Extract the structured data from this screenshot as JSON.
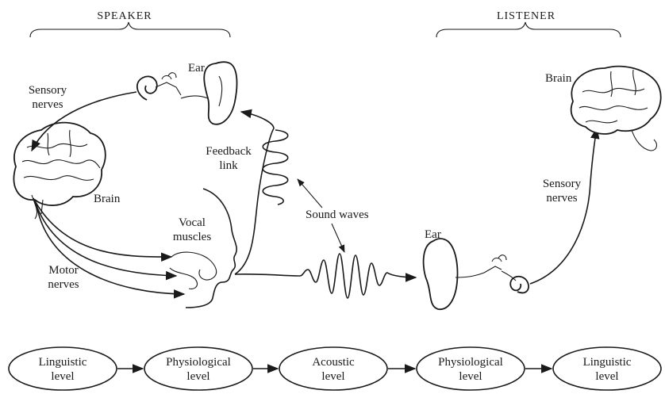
{
  "headers": {
    "speaker": "SPEAKER",
    "listener": "LISTENER"
  },
  "labels": {
    "speaker_ear": "Ear",
    "sensory_nerves_speaker_1": "Sensory",
    "sensory_nerves_speaker_2": "nerves",
    "speaker_brain": "Brain",
    "feedback_link_1": "Feedback",
    "feedback_link_2": "link",
    "vocal_muscles_1": "Vocal",
    "vocal_muscles_2": "muscles",
    "motor_nerves_1": "Motor",
    "motor_nerves_2": "nerves",
    "sound_waves": "Sound waves",
    "listener_ear": "Ear",
    "listener_brain": "Brain",
    "sensory_nerves_listener_1": "Sensory",
    "sensory_nerves_listener_2": "nerves"
  },
  "levels": [
    {
      "line1": "Linguistic",
      "line2": "level"
    },
    {
      "line1": "Physiological",
      "line2": "level"
    },
    {
      "line1": "Acoustic",
      "line2": "level"
    },
    {
      "line1": "Physiological",
      "line2": "level"
    },
    {
      "line1": "Linguistic",
      "line2": "level"
    }
  ]
}
